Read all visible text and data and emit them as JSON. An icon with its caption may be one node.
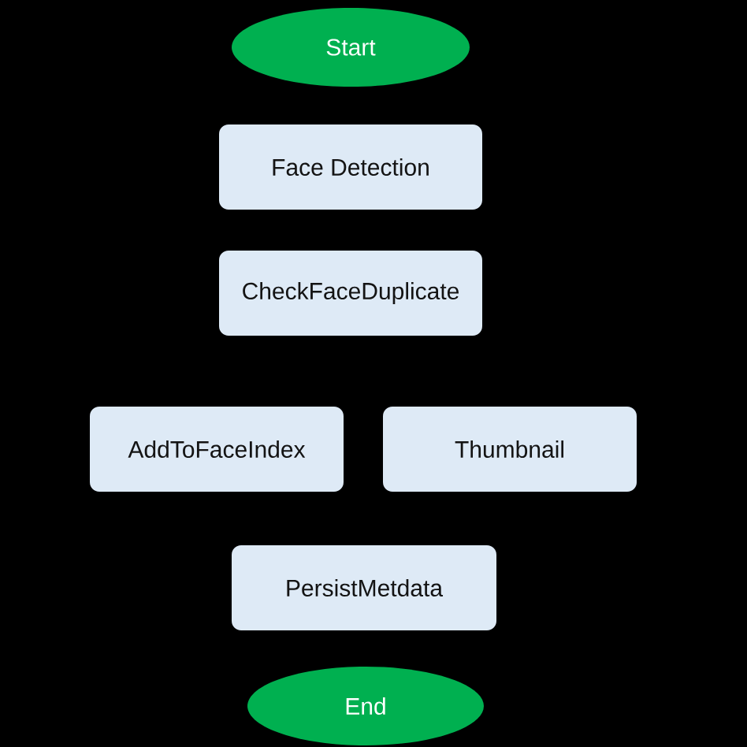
{
  "diagram": {
    "nodes": [
      {
        "text": [
          "Start"
        ]
      },
      {
        "text": [
          "Face Detection"
        ]
      },
      {
        "text": [
          "CheckFaceDuplicate"
        ]
      },
      {
        "text": [
          "AddToFaceIndex"
        ]
      },
      {
        "text": [
          "Thumbnail"
        ]
      },
      {
        "text": [
          "PersistMetdata"
        ]
      },
      {
        "text": [
          "End"
        ]
      }
    ]
  }
}
